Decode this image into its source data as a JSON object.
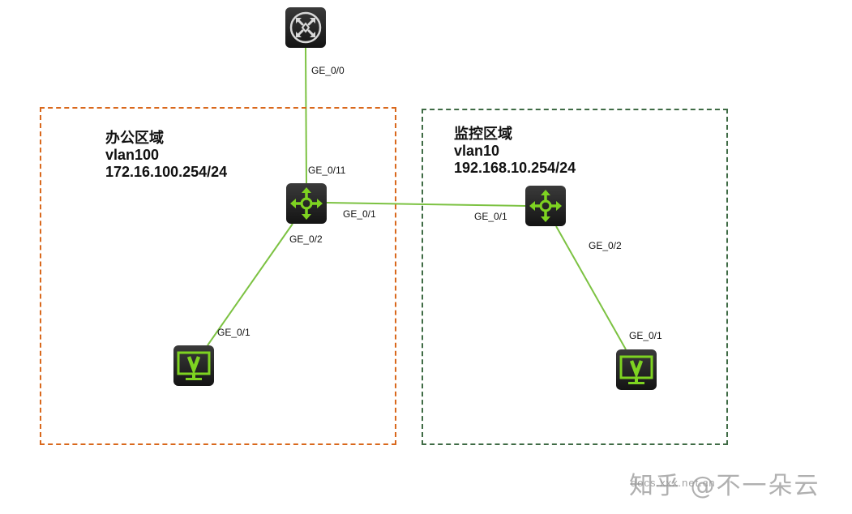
{
  "diagram": {
    "link_color": "#7cc242",
    "zones": [
      {
        "id": "office",
        "name_cn": "办公区域",
        "vlan": "vlan100",
        "gateway": "172.16.100.254/24",
        "border_color": "#d9681c"
      },
      {
        "id": "monitor",
        "name_cn": "监控区域",
        "vlan": "vlan10",
        "gateway": "192.168.10.254/24",
        "border_color": "#3f6b45"
      }
    ],
    "devices": [
      {
        "id": "router",
        "type": "router"
      },
      {
        "id": "switch1",
        "type": "l3-switch"
      },
      {
        "id": "switch2",
        "type": "l3-switch"
      },
      {
        "id": "pc1",
        "type": "host"
      },
      {
        "id": "pc2",
        "type": "host"
      }
    ],
    "links": [
      {
        "from": "router",
        "to": "switch1",
        "from_port": "GE_0/0",
        "to_port": "GE_0/11"
      },
      {
        "from": "switch1",
        "to": "switch2",
        "from_port": "GE_0/1",
        "to_port": "GE_0/1"
      },
      {
        "from": "switch1",
        "to": "pc1",
        "from_port": "GE_0/2",
        "to_port": "GE_0/1"
      },
      {
        "from": "switch2",
        "to": "pc2",
        "from_port": "GE_0/2",
        "to_port": "GE_0/1"
      }
    ]
  },
  "watermark": {
    "main": "知乎 @不一朵云",
    "sub": "docs.xxx.net.cn"
  }
}
